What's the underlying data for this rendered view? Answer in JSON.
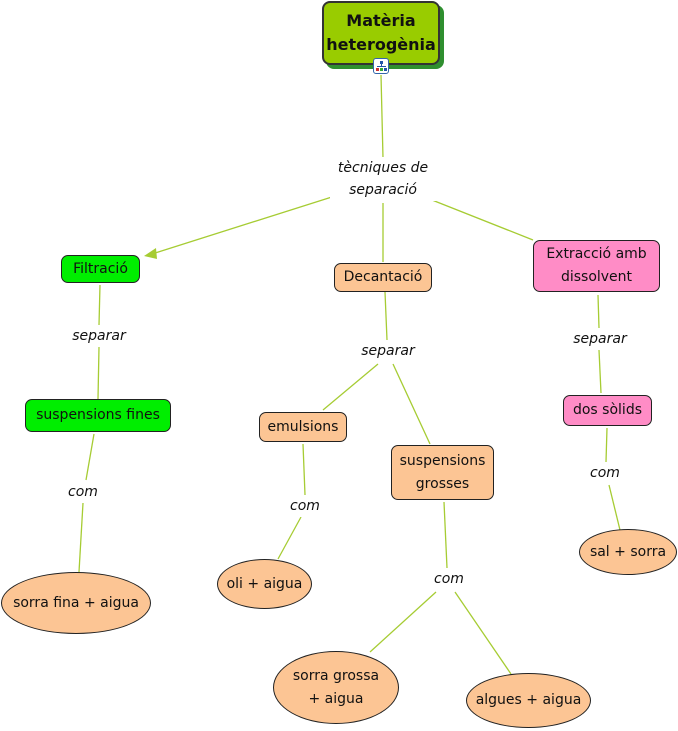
{
  "root": {
    "label": "Matèria heterogènia",
    "icon": "concept-map-icon"
  },
  "links": {
    "tecniques": "tècniques de separació",
    "separar_filtracio": "separar",
    "separar_decantacio": "separar",
    "separar_extraccio": "separar",
    "com_fines": "com",
    "com_emulsions": "com",
    "com_grosses": "com",
    "com_solids": "com"
  },
  "concepts": {
    "filtracio": "Filtració",
    "decantacio": "Decantació",
    "extraccio": "Extracció amb dissolvent",
    "suspensions_fines": "suspensions fines",
    "emulsions": "emulsions",
    "suspensions_grosses": "suspensions grosses",
    "dos_solids": "dos sòlids",
    "sorra_fina": "sorra fina + aigua",
    "oli_aigua": "oli + aigua",
    "sorra_grossa": "sorra grossa + aigua",
    "algues_aigua": "algues + aigua",
    "sal_sorra": "sal + sorra"
  },
  "colors": {
    "line": "#a6cc33",
    "root": "#99cc00",
    "green": "#00ee00",
    "peach": "#fcc594",
    "pink": "#ff8cc6"
  }
}
